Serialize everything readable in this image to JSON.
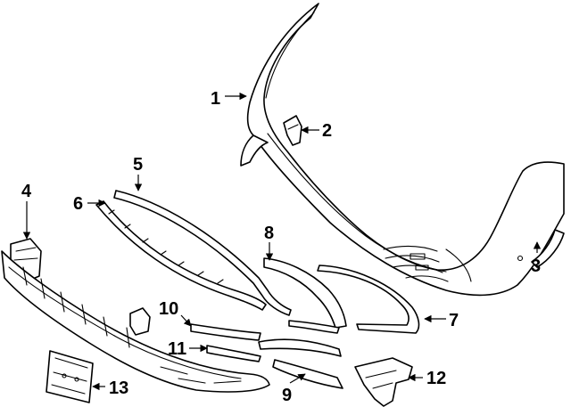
{
  "diagram": {
    "callouts": [
      {
        "id": "1",
        "label": "1"
      },
      {
        "id": "2",
        "label": "2"
      },
      {
        "id": "3",
        "label": "3"
      },
      {
        "id": "4",
        "label": "4"
      },
      {
        "id": "5",
        "label": "5"
      },
      {
        "id": "6",
        "label": "6"
      },
      {
        "id": "7",
        "label": "7"
      },
      {
        "id": "8",
        "label": "8"
      },
      {
        "id": "9",
        "label": "9"
      },
      {
        "id": "10",
        "label": "10"
      },
      {
        "id": "11",
        "label": "11"
      },
      {
        "id": "12",
        "label": "12"
      },
      {
        "id": "13",
        "label": "13"
      }
    ],
    "colors": {
      "line": "#000000",
      "background": "#ffffff"
    }
  }
}
